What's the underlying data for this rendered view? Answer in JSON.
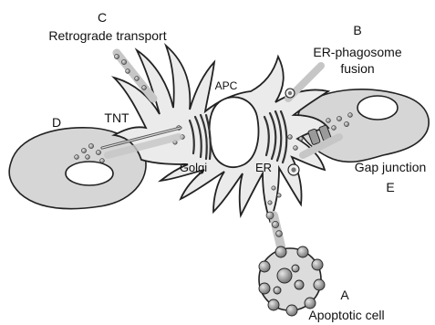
{
  "labels": {
    "c_letter": "C",
    "c_text": "Retrograde transport",
    "b_letter": "B",
    "b_text_1": "ER-phagosome",
    "b_text_2": "fusion",
    "apc": "APC",
    "d_letter": "D",
    "tnt": "TNT",
    "golgi": "Golgi",
    "er": "ER",
    "gap_junction": "Gap junction",
    "e_letter": "E",
    "a_letter": "A",
    "apoptotic": "Apoptotic cell"
  },
  "colors": {
    "cell_fill": "#ececec",
    "neighbor_fill": "#d4d4d4",
    "outline": "#222222",
    "vesicle": "#8a8a8a",
    "arrow": "#c8c8c8"
  }
}
